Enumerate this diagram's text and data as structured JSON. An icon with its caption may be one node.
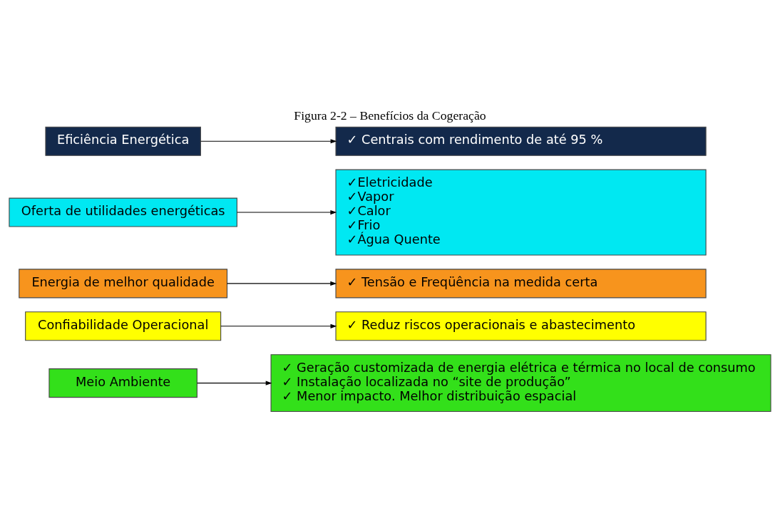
{
  "diagram": {
    "title": "Figura 2-2 – Benefícios da Cogeração",
    "nodes": [
      {
        "text": [
          "Meio Ambiente"
        ]
      },
      {
        "text": [
          "✓ Geração customizada de energia elétrica e térmica no local de consumo",
          "✓ Instalação localizada no “site de produção”",
          "✓ Menor impacto. Melhor distribuição espacial"
        ]
      },
      {
        "text": [
          "Confiabilidade Operacional"
        ]
      },
      {
        "text": [
          "✓ Reduz riscos operacionais e abastecimento"
        ]
      },
      {
        "text": [
          "Energia de melhor qualidade"
        ]
      },
      {
        "text": [
          "✓ Tensão e Freqüência na medida certa"
        ]
      },
      {
        "text": [
          "Oferta de utilidades energéticas"
        ]
      },
      {
        "text": [
          "✓Eletricidade",
          "✓Vapor",
          "✓Calor",
          "✓Frio",
          "✓Água Quente"
        ]
      },
      {
        "text": [
          "Eficiência Energética"
        ]
      },
      {
        "text": [
          "✓ Centrais com rendimento de até 95 %"
        ]
      }
    ],
    "edges": [
      {
        "from": 0,
        "to": 1,
        "arrow": "to"
      },
      {
        "from": 2,
        "to": 3,
        "arrow": "to"
      },
      {
        "from": 4,
        "to": 5,
        "arrow": "to"
      },
      {
        "from": 6,
        "to": 7,
        "arrow": "to"
      },
      {
        "from": 8,
        "to": 9,
        "arrow": "to"
      }
    ]
  }
}
